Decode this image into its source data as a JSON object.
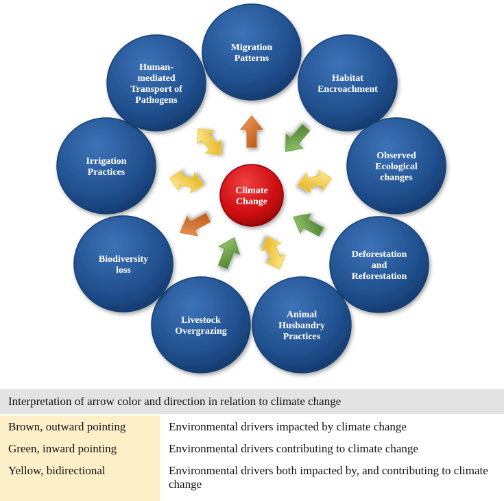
{
  "diagram": {
    "center": {
      "lines": [
        "Climate",
        "Change"
      ],
      "color": "#d20b10"
    },
    "node_color": "#1f4e8c",
    "nodes": [
      {
        "id": "migration-patterns",
        "lines": [
          "Migration",
          "Patterns"
        ]
      },
      {
        "id": "habitat-encroachment",
        "lines": [
          "Habitat",
          "Encroachment"
        ]
      },
      {
        "id": "observed-ecological-changes",
        "lines": [
          "Observed",
          "Ecological",
          "changes"
        ]
      },
      {
        "id": "deforestation-and-reforestation",
        "lines": [
          "Deforestation",
          "and",
          "Reforestation"
        ]
      },
      {
        "id": "animal-husbandry-practices",
        "lines": [
          "Animal",
          "Husbandry",
          "Practices"
        ]
      },
      {
        "id": "livestock-overgrazing",
        "lines": [
          "Livestock",
          "Overgrazing"
        ]
      },
      {
        "id": "biodiversity-loss",
        "lines": [
          "Biodiversity",
          "loss"
        ]
      },
      {
        "id": "irrigation-practices",
        "lines": [
          "Irrigation",
          "Practices"
        ]
      },
      {
        "id": "human-mediated-transport-of-pathogens",
        "lines": [
          "Human-",
          "mediated",
          "Transport of",
          "Pathogens"
        ]
      }
    ],
    "arrows": [
      {
        "target": "migration-patterns",
        "type": "outward",
        "color": "brown"
      },
      {
        "target": "habitat-encroachment",
        "type": "inward",
        "color": "green"
      },
      {
        "target": "observed-ecological-changes",
        "type": "bidirectional",
        "color": "yellow"
      },
      {
        "target": "deforestation-and-reforestation",
        "type": "inward",
        "color": "green"
      },
      {
        "target": "animal-husbandry-practices",
        "type": "bidirectional",
        "color": "yellow"
      },
      {
        "target": "livestock-overgrazing",
        "type": "inward",
        "color": "green"
      },
      {
        "target": "biodiversity-loss",
        "type": "outward",
        "color": "brown"
      },
      {
        "target": "irrigation-practices",
        "type": "bidirectional",
        "color": "yellow"
      },
      {
        "target": "human-mediated-transport-of-pathogens",
        "type": "bidirectional",
        "color": "yellow"
      }
    ],
    "arrow_colors": {
      "brown": "#d86a1e",
      "green": "#5e9a3a",
      "yellow": "#f3c623"
    }
  },
  "legend": {
    "title": "Interpretation of arrow color and direction in relation to climate change",
    "rows": [
      {
        "key": "Brown, outward pointing",
        "meaning": "Environmental drivers impacted by climate change"
      },
      {
        "key": "Green, inward pointing",
        "meaning": "Environmental drivers contributing to climate change"
      },
      {
        "key": "Yellow, bidirectional",
        "meaning": "Environmental drivers both impacted by, and contributing to climate change"
      }
    ]
  }
}
